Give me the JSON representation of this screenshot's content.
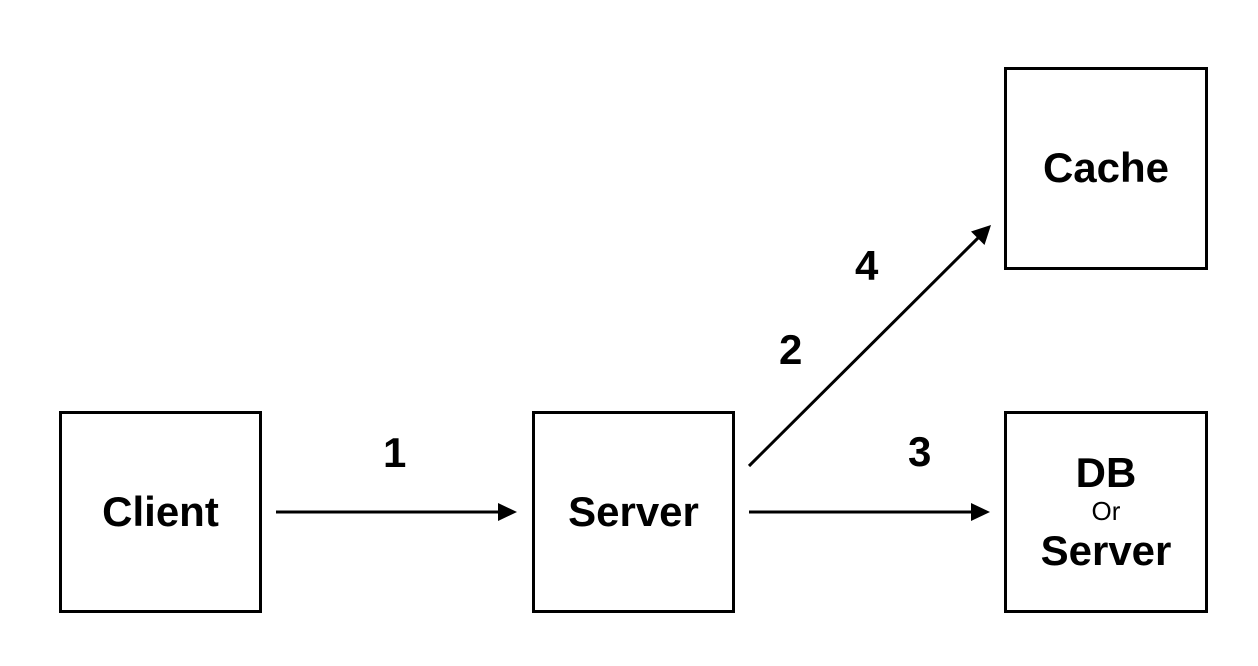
{
  "nodes": {
    "client": {
      "label": "Client"
    },
    "server": {
      "label": "Server"
    },
    "cache": {
      "label": "Cache"
    },
    "db_or_server": {
      "label_top": "DB",
      "label_mid": "Or",
      "label_bottom": "Server"
    }
  },
  "steps": {
    "step1": "1",
    "step2": "2",
    "step3": "3",
    "step4": "4"
  },
  "colors": {
    "stroke": "#000000",
    "background": "#ffffff"
  }
}
